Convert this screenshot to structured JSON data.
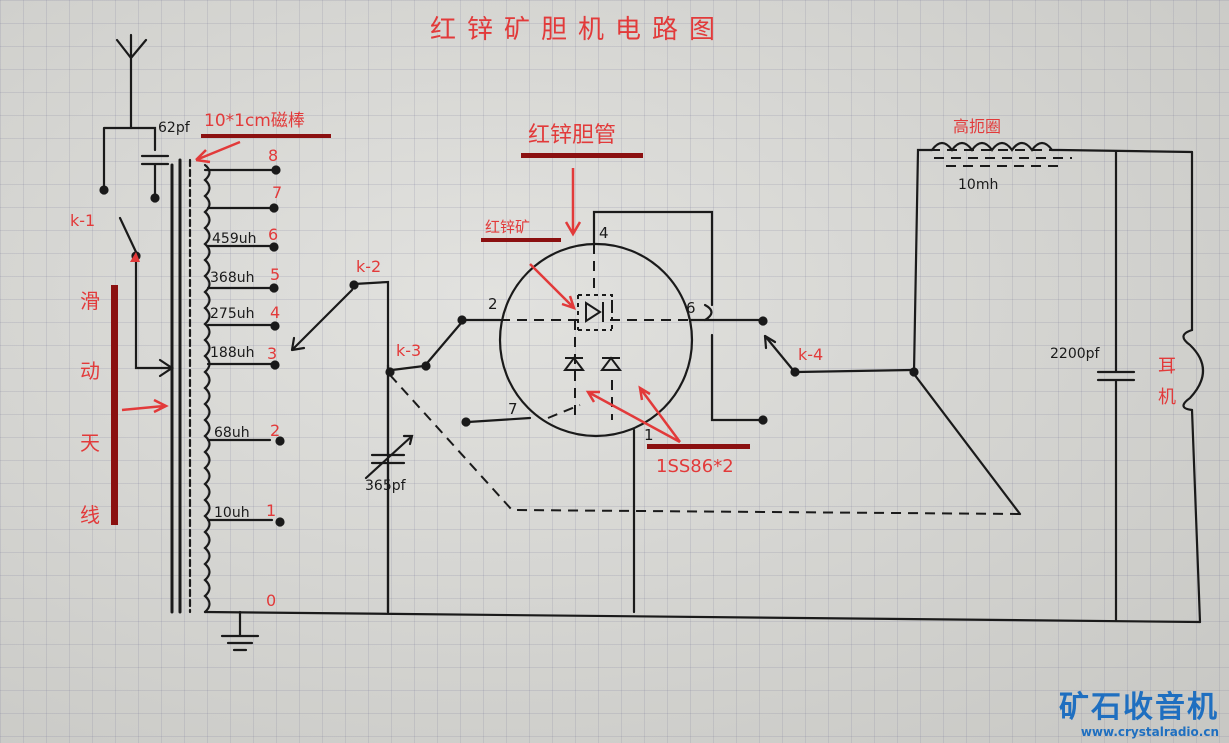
{
  "title": "红锌矿胆机电路图",
  "labels": {
    "antenna_cap": "62pf",
    "rod": "10*1cm磁棒",
    "tube": "红锌胆管",
    "crystal": "红锌矿",
    "choke": "高扼圈",
    "choke_value": "10mh",
    "cap_out": "2200pf",
    "var_cap": "365pf",
    "diodes": "1SS86*2",
    "earphone_1": "耳",
    "earphone_2": "机",
    "sliding_1": "滑",
    "sliding_2": "动",
    "sliding_3": "天",
    "sliding_4": "线"
  },
  "switches": [
    "k-1",
    "k-2",
    "k-3",
    "k-4"
  ],
  "taps": [
    {
      "num": "8",
      "ind": ""
    },
    {
      "num": "7",
      "ind": ""
    },
    {
      "num": "6",
      "ind": "459uh"
    },
    {
      "num": "5",
      "ind": "368uh"
    },
    {
      "num": "4",
      "ind": "275uh"
    },
    {
      "num": "3",
      "ind": "188uh"
    },
    {
      "num": "2",
      "ind": "68uh"
    },
    {
      "num": "1",
      "ind": "10uh"
    },
    {
      "num": "0",
      "ind": ""
    }
  ],
  "pins": [
    "2",
    "4",
    "6",
    "7",
    "1"
  ],
  "watermark": {
    "title": "矿石收音机",
    "url": "www.crystalradio.cn"
  },
  "colors": {
    "ink": "#1a1a1a",
    "annotation": "#e23a3a",
    "highlight": "#8b1010",
    "watermark": "#1f6fc0"
  }
}
